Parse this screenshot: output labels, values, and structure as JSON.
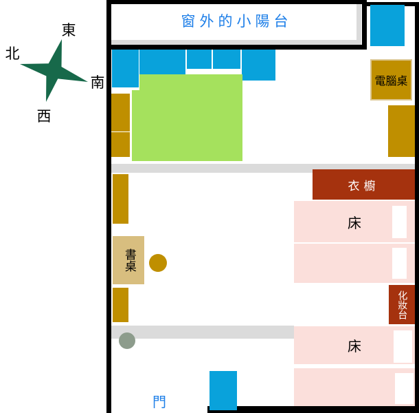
{
  "compass": {
    "east": "東",
    "north": "北",
    "south": "南",
    "west": "西"
  },
  "balcony_label": "窗外的小陽台",
  "labels": {
    "computer_desk": "電腦桌",
    "wardrobe": "衣櫥",
    "bed1": "床",
    "bed2": "床",
    "desk": "書桌",
    "vanity": "化妝台",
    "door": "門"
  },
  "colors": {
    "wall": "#000000",
    "shape_blue": "#09A2DB",
    "label_blue": "#1E7FE8",
    "green_mat": "#A5E15D",
    "olive": "#BF8F00",
    "tan": "#D8BE7F",
    "tan_border": "#DCC793",
    "dark_red": "#A5320E",
    "pink": "#FBDFDB",
    "gray": "#DBDBDB",
    "sage": "#8D9C8C",
    "compass_green": "#17694A",
    "text_black": "#000000",
    "text_white": "#FFFFFF"
  }
}
